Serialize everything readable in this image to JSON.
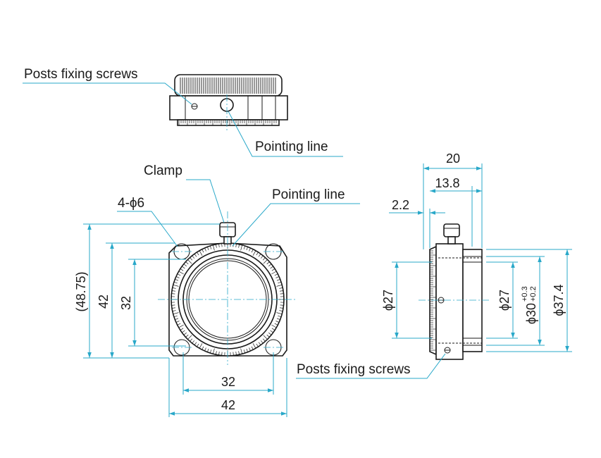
{
  "labels": {
    "posts_fixing_screws_top": "Posts fixing screws",
    "pointing_line_top": "Pointing line",
    "clamp": "Clamp",
    "holes": "4-ϕ6",
    "pointing_line_front": "Pointing line",
    "posts_fixing_screws_side": "Posts fixing screws"
  },
  "front_dims": {
    "overall_height": "(48.75)",
    "height": "42",
    "hole_pitch_v": "32",
    "hole_pitch_h": "32",
    "width": "42"
  },
  "side_dims": {
    "depth": "20",
    "depth_inner": "13.8",
    "offset": "2.2",
    "bore_left": "ϕ27",
    "bore_inner": "ϕ27",
    "bore_30": "ϕ30",
    "tol_upper": "+0.3",
    "tol_lower": "+0.2",
    "outer": "ϕ37.4"
  },
  "colors": {
    "dimension": "#29a8c9",
    "outline": "#1a1a1a"
  }
}
